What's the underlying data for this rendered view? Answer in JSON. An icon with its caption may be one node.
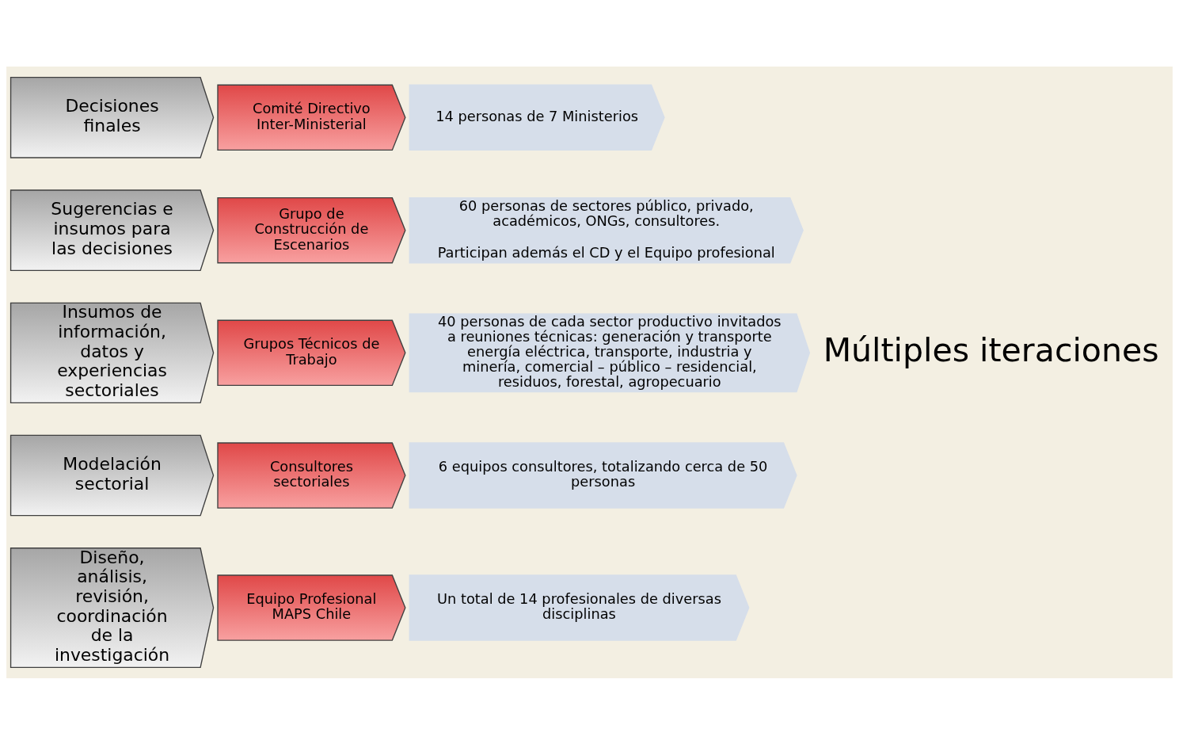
{
  "diagram": {
    "nodes": [
      {
        "text": [
          "Decisiones finales"
        ]
      },
      {
        "text": [
          "Comité Directivo Inter-Ministerial"
        ]
      },
      {
        "text": [
          "14 personas de 7 Ministerios"
        ]
      },
      {
        "text": [
          "Sugerencias e insumos para las decisiones"
        ]
      },
      {
        "text": [
          "Grupo de Construcción de Escenarios"
        ]
      },
      {
        "text": [
          "60 personas de sectores público, privado, académicos, ONGs, consultores.",
          "Participan además el CD y el Equipo profesional"
        ]
      },
      {
        "text": [
          "Insumos de información, datos y experiencias sectoriales"
        ]
      },
      {
        "text": [
          "Grupos Técnicos de Trabajo"
        ]
      },
      {
        "text": [
          "40 personas de cada sector productivo invitados a reuniones técnicas: generación y transporte energía eléctrica, transporte, industria y minería, comercial – público – residencial, residuos, forestal, agropecuario"
        ]
      },
      {
        "text": [
          "Modelación sectorial"
        ]
      },
      {
        "text": [
          "Consultores sectoriales"
        ]
      },
      {
        "text": [
          "6 equipos consultores, totalizando cerca de 50 personas"
        ]
      },
      {
        "text": [
          "Diseño, análisis, revisión, coordinación de la investigación"
        ]
      },
      {
        "text": [
          "Equipo Profesional MAPS Chile"
        ]
      },
      {
        "text": [
          "Un total de 14 profesionales de diversas disciplinas"
        ]
      }
    ],
    "edges": [],
    "labels": [
      "Múltiples iteraciones"
    ]
  }
}
